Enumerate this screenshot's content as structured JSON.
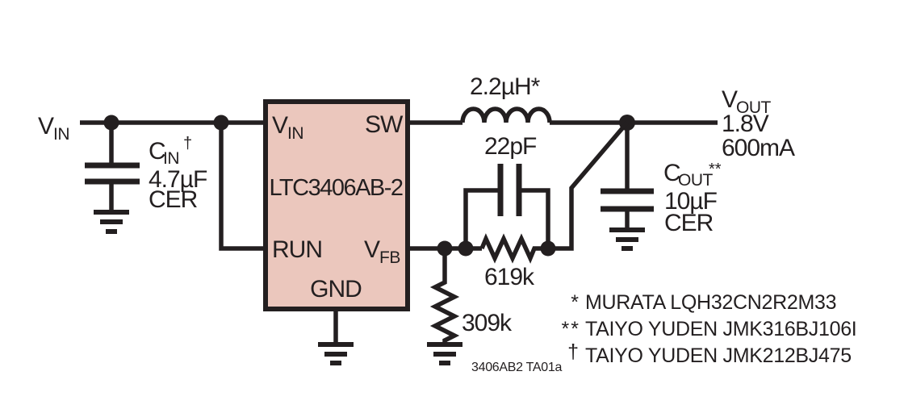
{
  "colors": {
    "background": "#ffffff",
    "ink": "#231f20",
    "ic_fill": "#ebc7bd"
  },
  "input": {
    "net": {
      "main": "V",
      "sub": "IN"
    },
    "cap": {
      "name_main": "C",
      "name_sub": "IN",
      "name_super": "†",
      "value": "4.7µF",
      "dielectric": "CER"
    }
  },
  "ic": {
    "part_number": "LTC3406AB-2",
    "pins": {
      "vin": {
        "main": "V",
        "sub": "IN"
      },
      "sw": "SW",
      "run": "RUN",
      "vfb": {
        "main": "V",
        "sub": "FB"
      },
      "gnd": "GND"
    }
  },
  "output": {
    "inductor_value": "2.2µH*",
    "net": {
      "main": "V",
      "sub": "OUT"
    },
    "voltage": "1.8V",
    "current": "600mA",
    "cap": {
      "name_main": "C",
      "name_sub": "OUT",
      "name_super": "**",
      "value": "10µF",
      "dielectric": "CER"
    }
  },
  "feedback": {
    "cap_value": "22pF",
    "r_top": "619k",
    "r_bottom": "309k"
  },
  "notes": [
    {
      "marker": "*",
      "text": "MURATA LQH32CN2R2M33"
    },
    {
      "marker": "**",
      "text": "TAIYO YUDEN JMK316BJ106I"
    },
    {
      "marker": "†",
      "text": "TAIYO YUDEN JMK212BJ475"
    }
  ],
  "figure_id": "3406AB2 TA01a"
}
